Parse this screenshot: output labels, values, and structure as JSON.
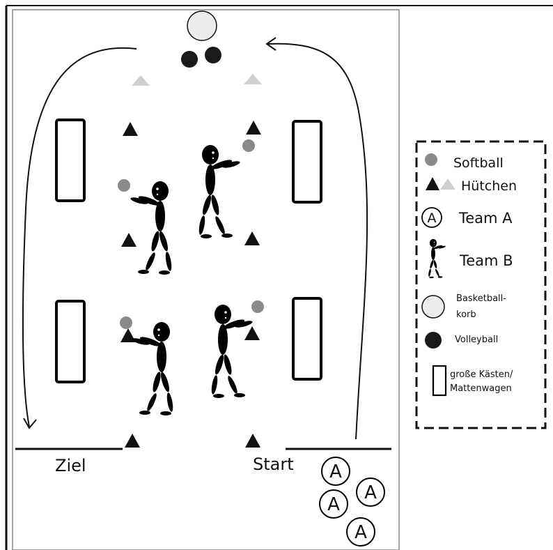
{
  "field": {
    "finish_label": "Ziel",
    "start_label": "Start",
    "team_a_symbol": "A"
  },
  "legend": {
    "softball": "Softball",
    "cones": "Hütchen",
    "team_a_symbol": "A",
    "team_a": "Team A",
    "team_b": "Team B",
    "basket_line1": "Basketball-",
    "basket_line2": "korb",
    "volleyball": "Volleyball",
    "boxes_line1": "große Kästen/",
    "boxes_line2": "Mattenwagen"
  },
  "colors": {
    "softball": "#8a8a8a",
    "cone_black": "#111111",
    "cone_grey": "#cfcfcf",
    "basket": "#ececec",
    "volleyball": "#1a1a1a",
    "figure": "#000000"
  }
}
